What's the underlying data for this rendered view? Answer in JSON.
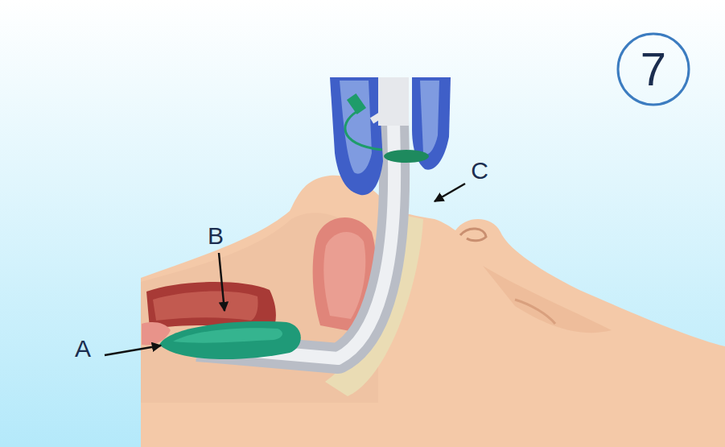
{
  "diagram": {
    "labels": [
      "7",
      "C",
      "B",
      "A"
    ]
  }
}
